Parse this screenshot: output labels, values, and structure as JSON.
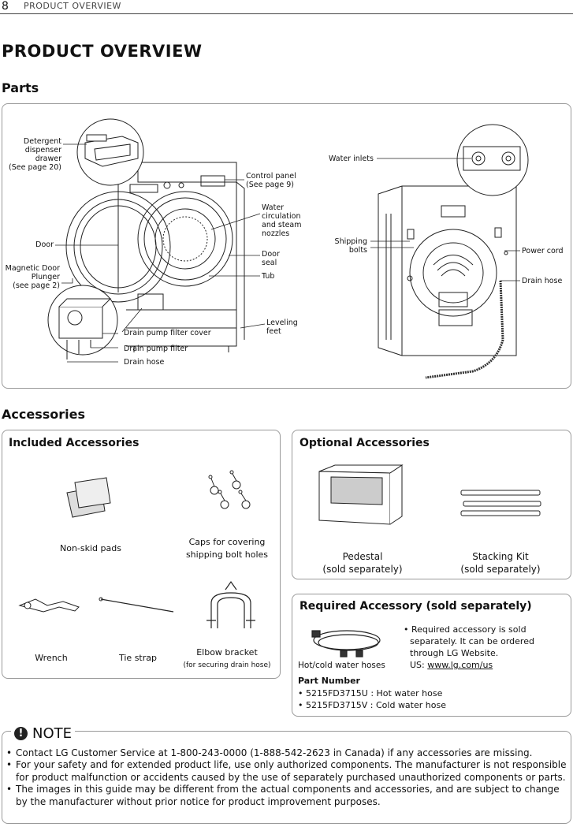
{
  "header": {
    "page_number": "8",
    "running_title": "PRODUCT OVERVIEW"
  },
  "title": "PRODUCT OVERVIEW",
  "parts": {
    "heading": "Parts",
    "front_labels": {
      "detergent": [
        "Detergent",
        "dispenser",
        "drawer",
        "(See page 20)"
      ],
      "door": "Door",
      "magnetic": [
        "Magnetic Door",
        "Plunger",
        "(see page 2)"
      ],
      "control_panel": [
        "Control panel",
        "(See page 9)"
      ],
      "water_circ": [
        "Water",
        "circulation",
        "and steam",
        "nozzles"
      ],
      "door_seal": [
        "Door",
        "seal"
      ],
      "tub": "Tub",
      "leveling": [
        "Leveling",
        "feet"
      ],
      "drain_cover": "Drain pump filter cover",
      "drain_filter": "Drain pump filter",
      "drain_hose": "Drain hose"
    },
    "back_labels": {
      "water_inlets": "Water inlets",
      "shipping": [
        "Shipping",
        "bolts"
      ],
      "power_cord": "Power cord",
      "drain_hose": "Drain hose"
    }
  },
  "accessories": {
    "heading": "Accessories",
    "included": {
      "title": "Included Accessories",
      "items": {
        "pads": "Non-skid pads",
        "caps": [
          "Caps for covering",
          "shipping bolt holes"
        ],
        "wrench": "Wrench",
        "tie": "Tie strap",
        "elbow": "Elbow bracket",
        "elbow_note": "(for securing drain hose)"
      }
    },
    "optional": {
      "title": "Optional Accessories",
      "pedestal": [
        "Pedestal",
        "(sold separately)"
      ],
      "stacking": [
        "Stacking Kit",
        "(sold separately)"
      ]
    },
    "required": {
      "title": "Required Accessory (sold separately)",
      "hose_label": "Hot/cold water hoses",
      "text_lines": [
        "• Required accessory is sold",
        "separately. It can be ordered",
        "through LG Website."
      ],
      "us_prefix": "US: ",
      "us_link": "www.lg.com/us",
      "part_number_heading": "Part Number",
      "part_numbers": [
        "• 5215FD3715U : Hot water hose",
        "• 5215FD3715V : Cold water hose"
      ]
    }
  },
  "note": {
    "title": "NOTE",
    "items": [
      "Contact LG Customer Service at  1-800-243-0000 (1-888-542-2623 in Canada) if any accessories are missing.",
      "For your safety and for extended product life, use only authorized components. The manufacturer is not responsible for product malfunction or accidents caused by the use of separately purchased unauthorized components or parts.",
      "The images in this guide may be different from the actual components and accessories, and are subject to change by the manufacturer without prior notice for product improvement purposes."
    ]
  }
}
